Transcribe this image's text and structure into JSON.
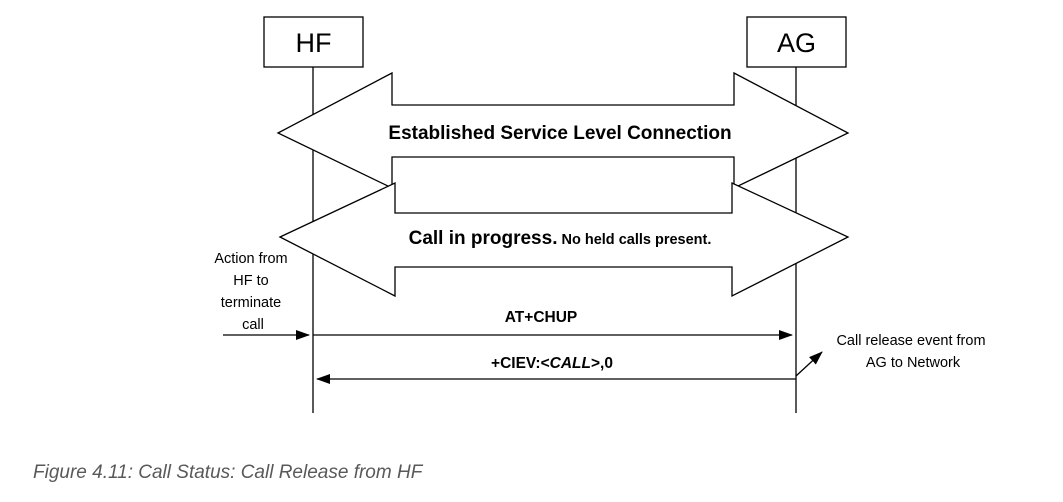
{
  "entities": {
    "hf": "HF",
    "ag": "AG"
  },
  "states": {
    "slc": "Established Service Level Connection",
    "call_main": "Call in progress.",
    "call_sub": " No held calls present."
  },
  "messages": {
    "chup": "AT+CHUP",
    "ciev_prefix": "+CIEV:<",
    "ciev_param": "CALL",
    "ciev_suffix": ">,0"
  },
  "notes": {
    "hf_action": [
      "Action from",
      "HF to",
      "terminate",
      "call"
    ],
    "ag_event": [
      "Call release event from",
      "AG to Network"
    ]
  },
  "caption": "Figure 4.11: Call Status: Call Release from HF",
  "colors": {
    "line": "#000000",
    "caption": "#595959",
    "background": "#ffffff"
  }
}
